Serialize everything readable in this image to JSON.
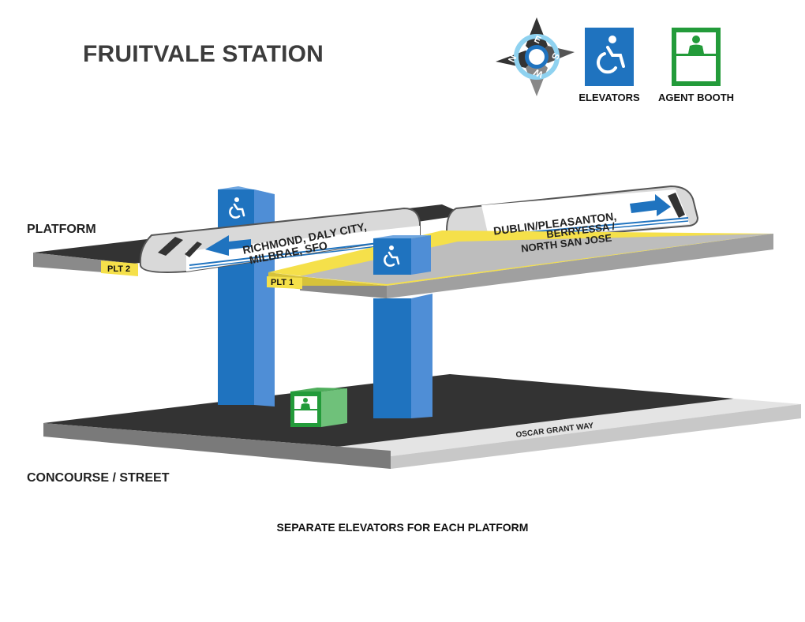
{
  "title": "FRUITVALE STATION",
  "legend": {
    "compass": [
      "N",
      "E",
      "S",
      "W"
    ],
    "elevators_label": "ELEVATORS",
    "agent_booth_label": "AGENT BOOTH"
  },
  "levels": {
    "platform": "PLATFORM",
    "concourse": "CONCOURSE / STREET"
  },
  "platform_labels": {
    "plt2": "PLT 2",
    "plt1": "PLT 1"
  },
  "trains": {
    "left": {
      "line1": "RICHMOND, DALY CITY,",
      "line2": "MILBRAE, SFO"
    },
    "right": {
      "line1": "DUBLIN/PLEASANTON,",
      "line2": "BERRYESSA /",
      "line3": "NORTH SAN JOSE"
    }
  },
  "street_label": "OSCAR GRANT WAY",
  "footer_note": "SEPARATE ELEVATORS FOR EACH PLATFORM",
  "colors": {
    "elevator_blue": "#1f73bf",
    "agent_green": "#239b3a",
    "platform_yellow": "#f5e04a",
    "dark_floor": "#333333"
  }
}
